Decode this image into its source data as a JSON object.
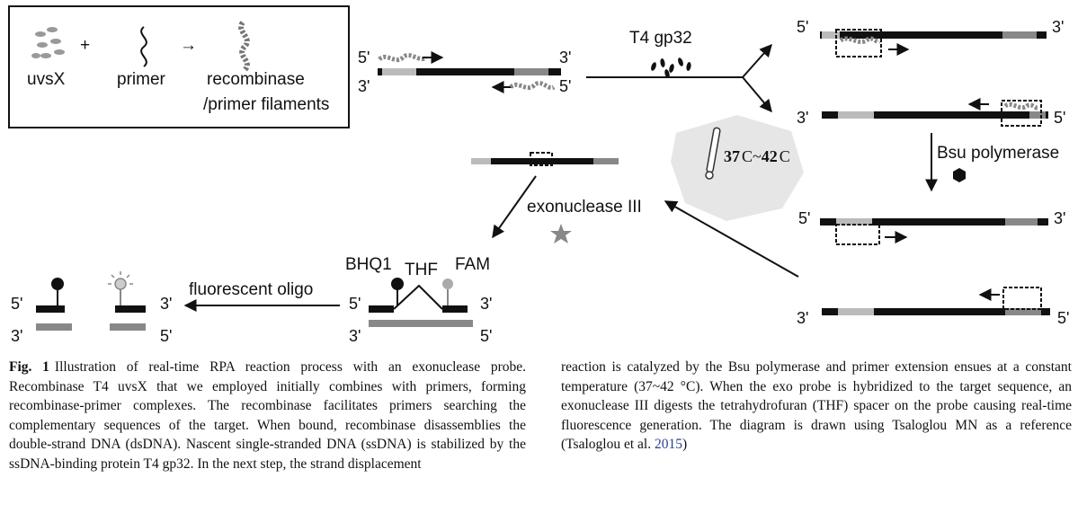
{
  "legend": {
    "uvsx": "uvsX",
    "plus": "+",
    "primer": "primer",
    "arrow": "→",
    "filaments_line1": "recombinase",
    "filaments_line2": "/primer filaments"
  },
  "labels": {
    "five_prime": "5'",
    "three_prime": "3'",
    "t4gp32": "T4 gp32",
    "bsu": "Bsu polymerase",
    "temp_a": "37",
    "temp_c1": "C",
    "temp_tilde": "~",
    "temp_b": "42",
    "temp_c2": "C",
    "exo": "exonuclease III",
    "bhq1": "BHQ1",
    "thf": "THF",
    "fam": "FAM",
    "fluor": "fluorescent oligo"
  },
  "caption": {
    "fig_label": "Fig. 1",
    "left_text": "Illustration of real-time RPA reaction process with an exonuclease probe. Recombinase T4 uvsX that we employed initially combines with primers, forming recombinase-primer complexes. The recombinase facilitates primers searching the complementary sequences of the target. When bound, recombinase disassemblies the double-strand DNA (dsDNA). Nascent single-stranded DNA (ssDNA) is stabilized by the ssDNA-binding protein T4 gp32. In the next step, the strand displacement",
    "right_text_pre": "reaction is catalyzed by the Bsu polymerase and primer extension ensues at a constant temperature (37~42 °C). When the exo probe is hybridized to the target sequence, an exonuclease III digests the tetrahydrofuran (THF) spacer on the probe causing real-time fluorescence generation. The diagram is drawn using Tsaloglou MN as a reference (Tsaloglou et al.",
    "cite_year": "2015",
    "right_text_post": ")"
  }
}
